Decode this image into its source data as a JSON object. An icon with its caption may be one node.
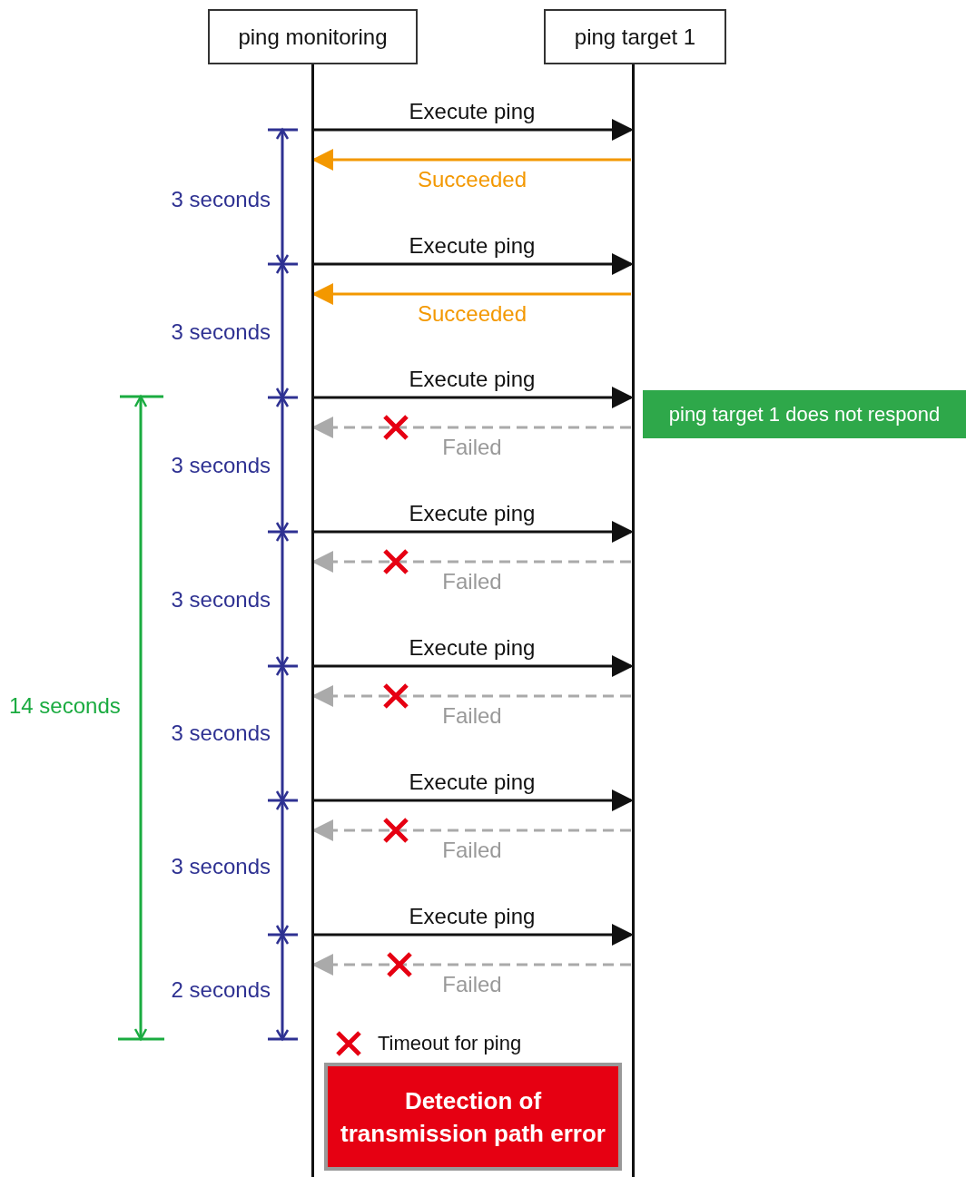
{
  "diagram": {
    "nodes": [
      {
        "text": [
          "ping monitoring"
        ]
      },
      {
        "text": [
          "ping target 1"
        ]
      },
      {
        "text": [
          "ping target 1 does not respond"
        ]
      },
      {
        "text": [
          "Detection of transmission path error"
        ]
      }
    ],
    "edges": [
      {
        "from": 0,
        "to": 1,
        "arrow": "to",
        "label": "Execute ping"
      },
      {
        "from": 1,
        "to": 0,
        "arrow": "to",
        "label": "Succeeded",
        "color": "#f39800"
      },
      {
        "from": 0,
        "to": 1,
        "arrow": "to",
        "label": "Execute ping"
      },
      {
        "from": 1,
        "to": 0,
        "arrow": "to",
        "label": "Succeeded",
        "color": "#f39800"
      },
      {
        "from": 0,
        "to": 1,
        "arrow": "to",
        "label": "Execute ping"
      },
      {
        "from": 1,
        "to": 0,
        "arrow": "to",
        "label": "Failed",
        "style": "dashed",
        "color": "#aaaaaa"
      },
      {
        "from": 0,
        "to": 1,
        "arrow": "to",
        "label": "Execute ping"
      },
      {
        "from": 1,
        "to": 0,
        "arrow": "to",
        "label": "Failed",
        "style": "dashed",
        "color": "#aaaaaa"
      },
      {
        "from": 0,
        "to": 1,
        "arrow": "to",
        "label": "Execute ping"
      },
      {
        "from": 1,
        "to": 0,
        "arrow": "to",
        "label": "Failed",
        "style": "dashed",
        "color": "#aaaaaa"
      },
      {
        "from": 0,
        "to": 1,
        "arrow": "to",
        "label": "Execute ping"
      },
      {
        "from": 1,
        "to": 0,
        "arrow": "to",
        "label": "Failed",
        "style": "dashed",
        "color": "#aaaaaa"
      },
      {
        "from": 0,
        "to": 1,
        "arrow": "to",
        "label": "Execute ping"
      },
      {
        "from": 1,
        "to": 0,
        "arrow": "to",
        "label": "Failed",
        "style": "dashed",
        "color": "#aaaaaa"
      }
    ],
    "labels": [
      "3 seconds",
      "3 seconds",
      "3 seconds",
      "3 seconds",
      "3 seconds",
      "3 seconds",
      "14 seconds",
      "2 seconds"
    ],
    "legend": [
      {
        "text": "Timeout for ping"
      }
    ]
  }
}
